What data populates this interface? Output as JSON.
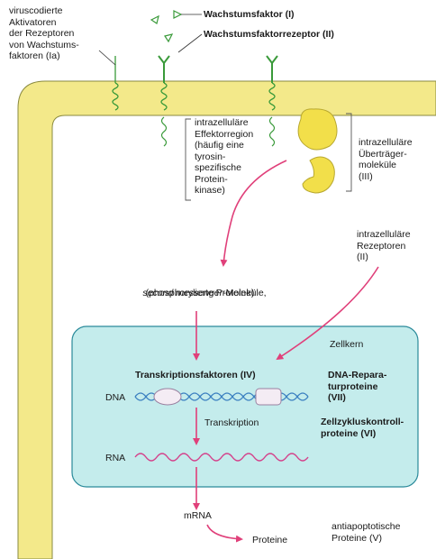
{
  "labels": {
    "viral_activators": "viruscodierte\nAktivatoren\nder Rezeptoren\nvon Wachstums-\nfaktoren (Ia)",
    "growth_factor": "Wachstumsfaktor (I)",
    "growth_factor_receptor": "Wachstumsfaktorrezeptor (II)",
    "effector_region": "intrazelluläre\nEffektorregion\n(häufig eine\ntyrosin-\nspezifische\nProtein-\nkinase)",
    "transmitter_molecules": "intrazelluläre\nÜberträger-\nmoleküle\n(III)",
    "intracellular_receptors": "intrazelluläre\nRezeptoren\n(II)",
    "second_messenger_italic": "second messenger",
    "second_messenger_rest": "-Moleküle,",
    "phosphorylated_proteins": "(phosphorylierte Proteine)",
    "nucleus": "Zellkern",
    "transcription_factors": "Transkriptionsfaktoren (IV)",
    "dna_repair": "DNA-Repara-\nturproteine\n(VII)",
    "dna": "DNA",
    "transcription": "Transkription",
    "cell_cycle_control": "Zellzykluskontroll-\nproteine (VI)",
    "rna": "RNA",
    "mrna": "mRNA",
    "proteins": "Proteine",
    "anti_apoptotic": "antiapoptotische\nProteine (V)"
  },
  "colors": {
    "membrane_fill": "#f3e98a",
    "membrane_stroke": "#8a8a40",
    "nucleus_fill": "#c4ecec",
    "nucleus_stroke": "#2a8a9a",
    "arrow": "#e0407a",
    "receptor": "#3a9a3a",
    "dna_strand": "#3a7fc0",
    "rna_strand": "#d4408a",
    "transmitter": "#f2df4a"
  }
}
